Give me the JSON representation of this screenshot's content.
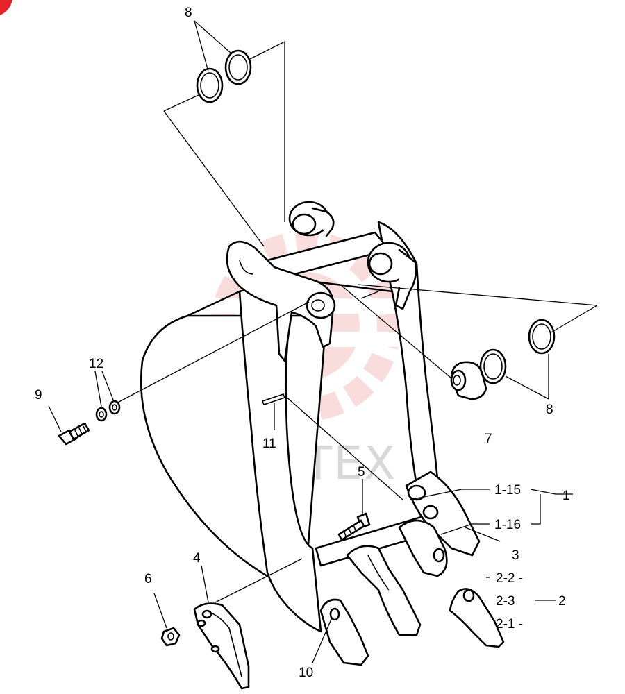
{
  "watermark": {
    "text": "ИНТЕХ",
    "color": "#f3b6b6"
  },
  "labels": {
    "l8a": "8",
    "l8b": "8",
    "l12": "12",
    "l9": "9",
    "l11": "11",
    "l7": "7",
    "l5": "5",
    "l1_15": "1-15",
    "l1_16": "1-16",
    "l1": "1",
    "l3": "3",
    "l4": "4",
    "l6": "6",
    "l2_2": "2-2 -",
    "l2_3": "2-3",
    "l2": "2",
    "l2_1": "2-1 -",
    "l10": "10"
  }
}
